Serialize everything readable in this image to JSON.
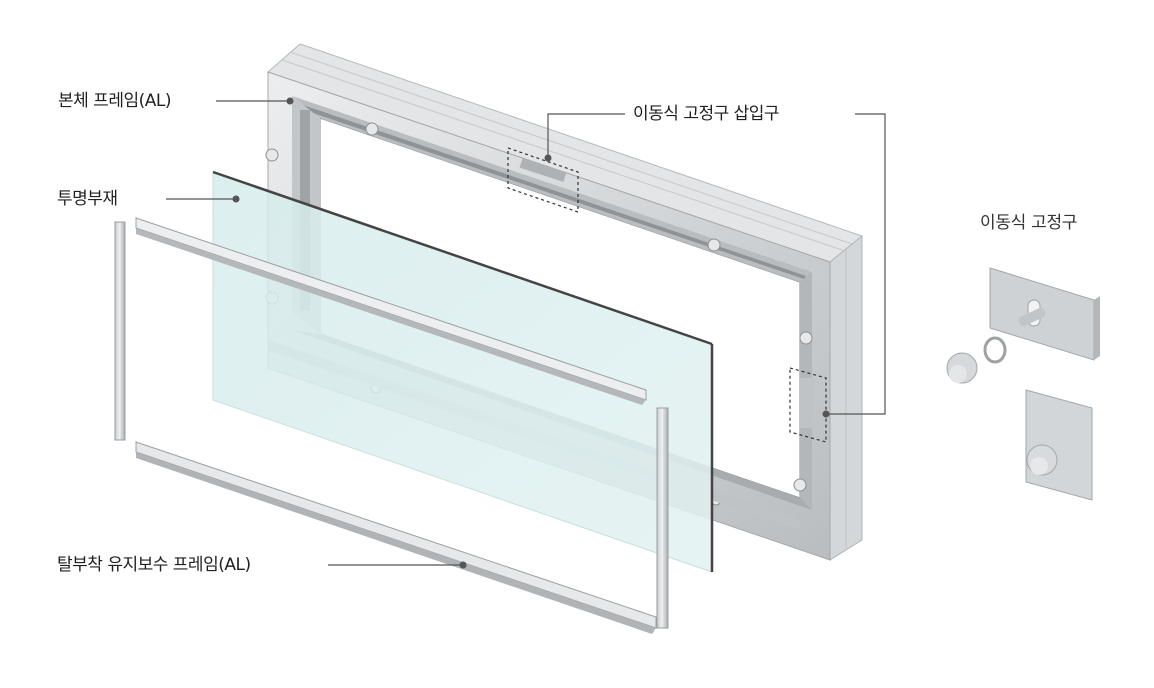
{
  "diagram": {
    "type": "exploded-view",
    "colors": {
      "aluminum_light": "#dcdedf",
      "aluminum_mid": "#c4c7c9",
      "aluminum_dark": "#8f9396",
      "glass_fill": "#dcefef",
      "glass_edge": "#4a4a4a",
      "leader_line": "#555555",
      "leader_dot": "#555555"
    },
    "labels": {
      "body_frame": "본체 프레임(AL)",
      "transparent_member": "투명부재",
      "removable_frame": "탈부착 유지보수 프레임(AL)",
      "fixture_slot": "이동식 고정구 삽입구",
      "movable_fixture_title": "이동식 고정구"
    },
    "components": [
      {
        "id": "body_frame",
        "name": "본체 프레임(AL)"
      },
      {
        "id": "transparent_member",
        "name": "투명부재"
      },
      {
        "id": "removable_frame",
        "name": "탈부착 유지보수 프레임(AL)"
      },
      {
        "id": "fixture_slot",
        "name": "이동식 고정구 삽입구"
      },
      {
        "id": "movable_fixture",
        "name": "이동식 고정구"
      }
    ]
  }
}
